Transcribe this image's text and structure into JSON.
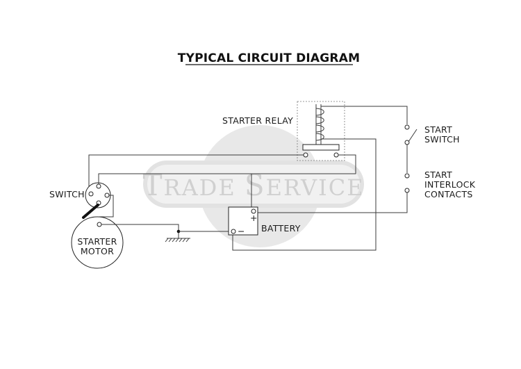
{
  "title": "TYPICAL CIRCUIT DIAGRAM",
  "watermark": {
    "cap1": "T",
    "rest1": "RADE",
    "cap2": "S",
    "rest2": "ERVICE"
  },
  "labels": {
    "starter_relay": "STARTER RELAY",
    "start_switch_1": "START",
    "start_switch_2": "SWITCH",
    "interlock_1": "START",
    "interlock_2": "INTERLOCK",
    "interlock_3": "CONTACTS",
    "switch": "SWITCH",
    "starter_motor_1": "STARTER",
    "starter_motor_2": "MOTOR",
    "battery": "BATTERY",
    "battery_plus": "+",
    "battery_minus": "−"
  },
  "colors": {
    "line": "#3a3a3a",
    "watermark": "#d0d0d0",
    "background": "#ffffff"
  }
}
